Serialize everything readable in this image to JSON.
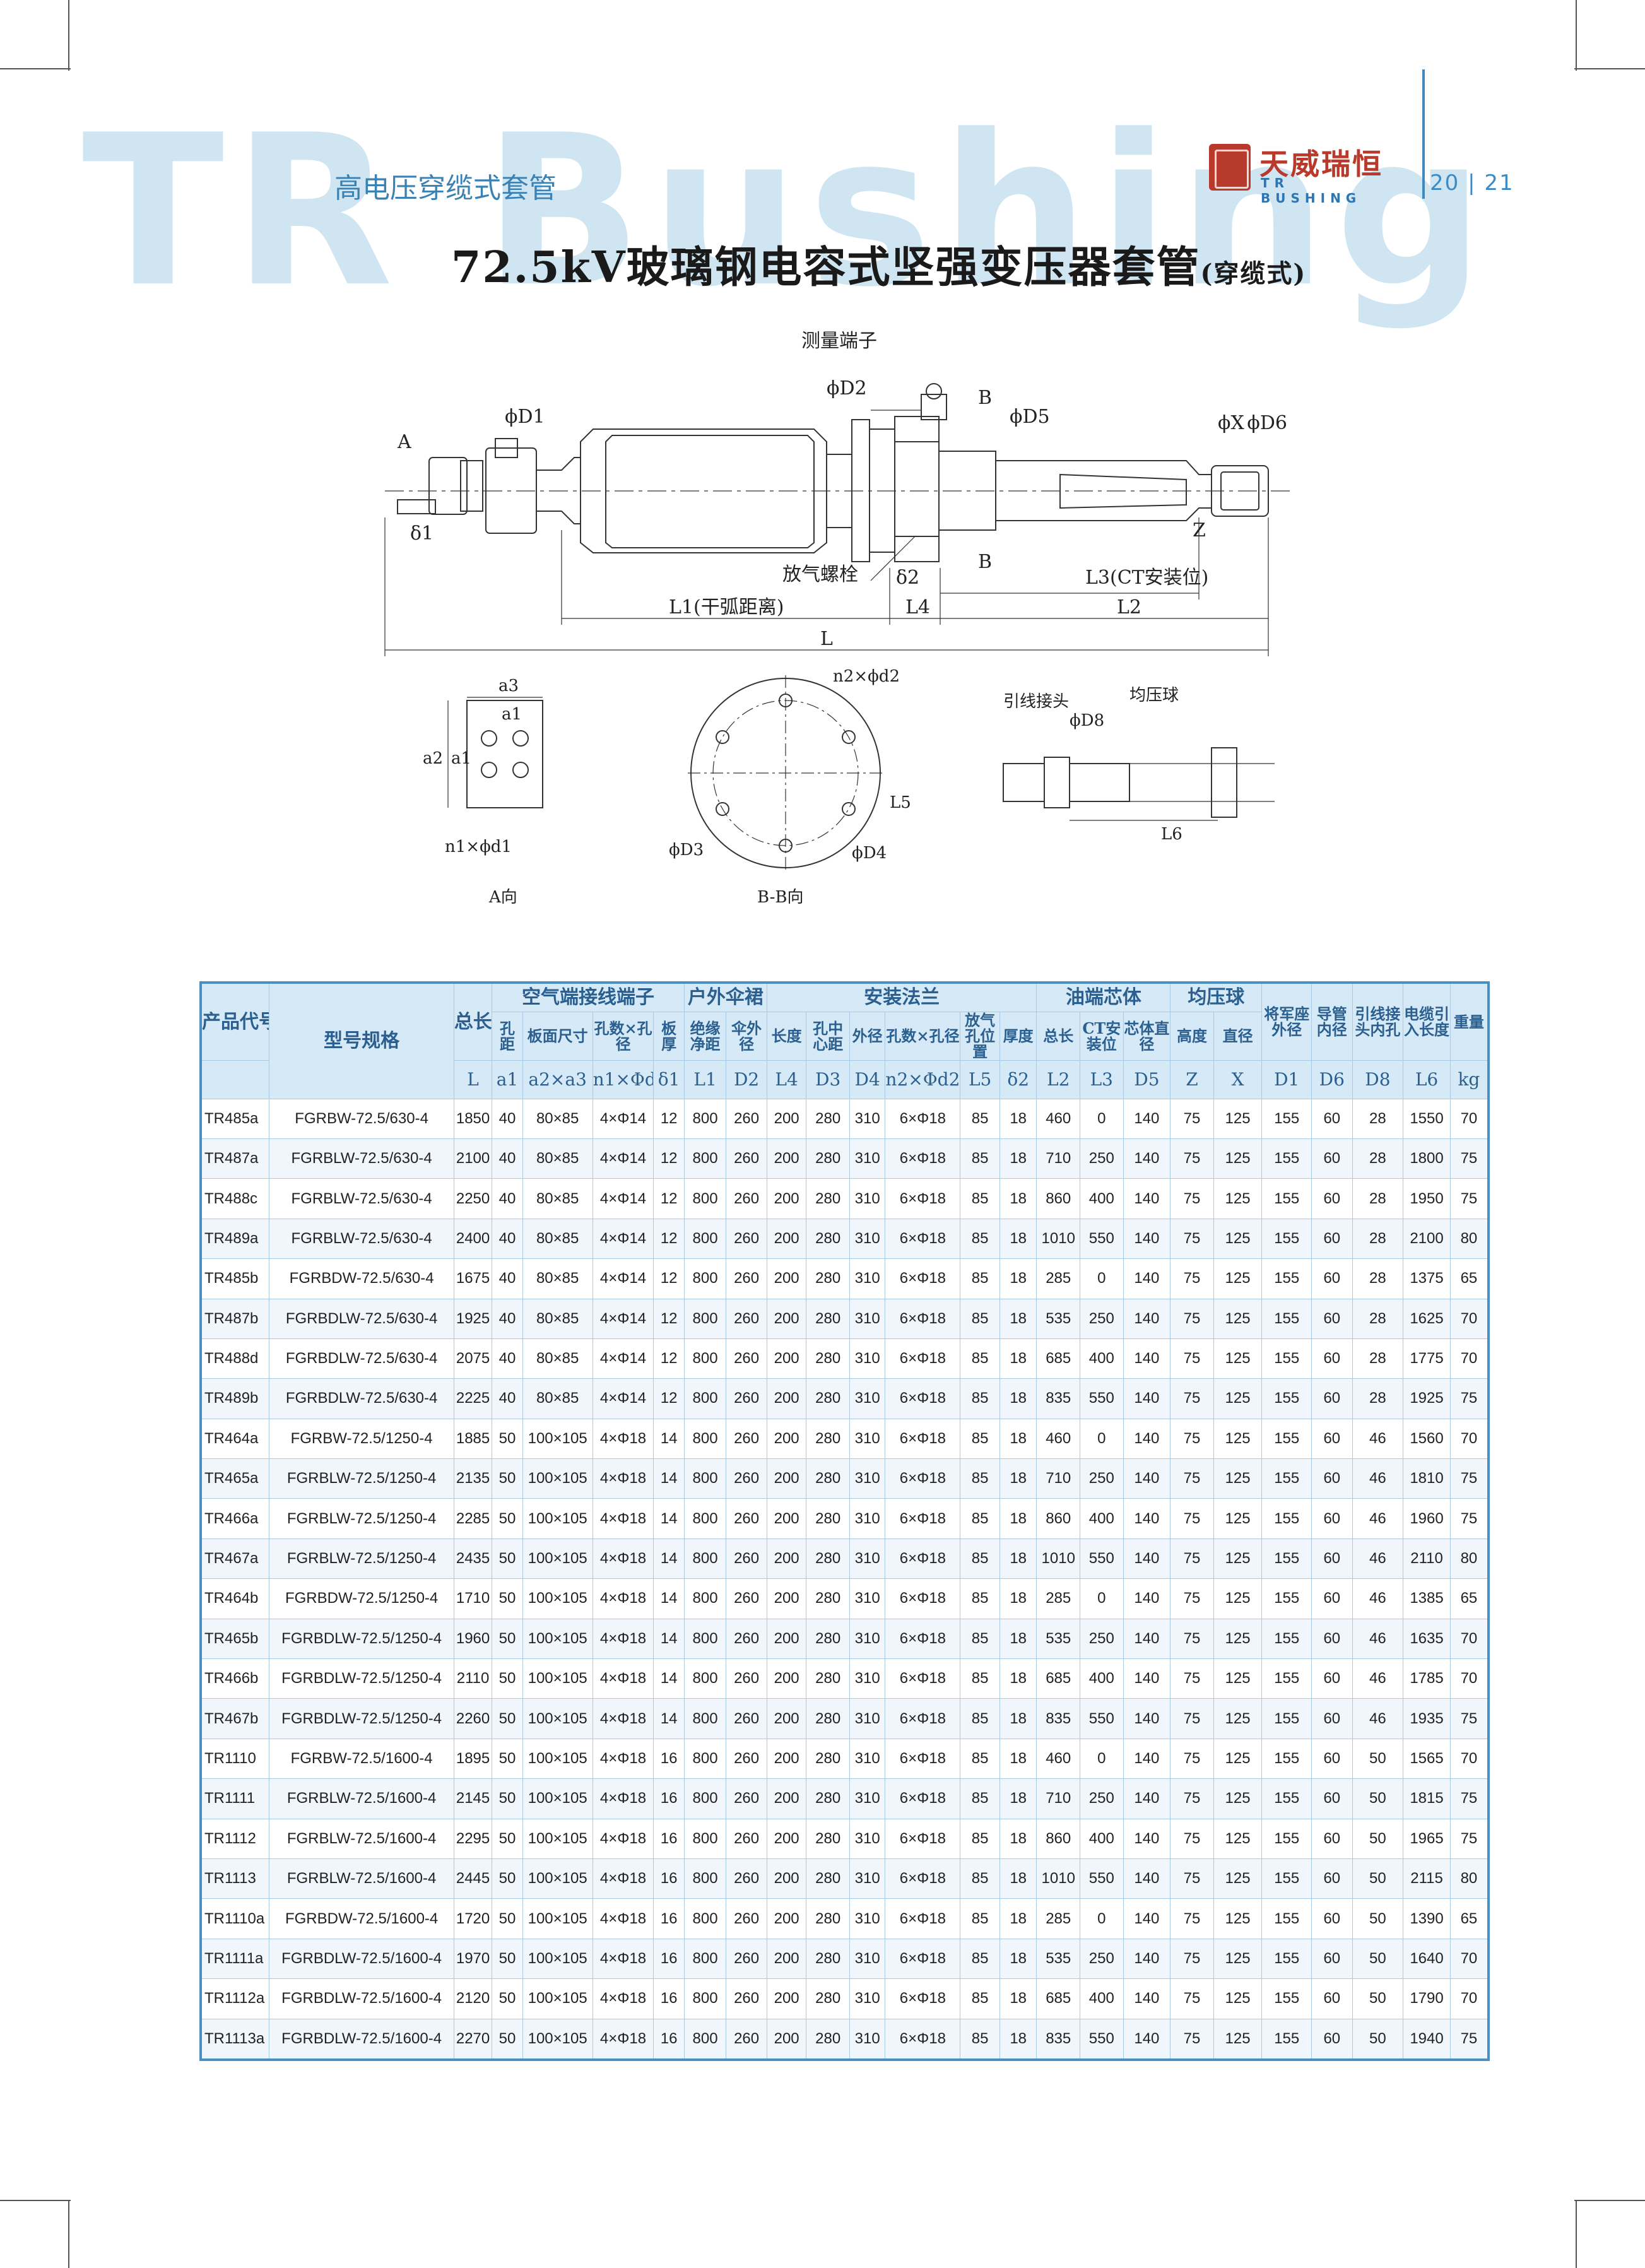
{
  "header": {
    "watermark": "TR Bushing",
    "subtitle": "高电压穿缆式套管",
    "title": "72.5kV玻璃钢电容式坚强变压器套管",
    "title_suffix": "(穿缆式)",
    "logo_cn": "天威瑞恒",
    "logo_en": "TR BUSHING",
    "page_numbers": "20 | 21"
  },
  "drawing": {
    "labels": {
      "measure_terminal": "测量端子",
      "vent_bolt": "放气螺栓",
      "lead_joint": "引线接头",
      "shield_ball": "均压球",
      "view_a": "A向",
      "view_bb": "B-B向",
      "phi_d1": "ϕD1",
      "phi_d2": "ϕD2",
      "phi_d5": "ϕD5",
      "phi_x": "ϕX",
      "phi_d6": "ϕD6",
      "phi_d3": "ϕD3",
      "phi_d4": "ϕD4",
      "phi_d8": "ϕD8",
      "a": "A",
      "b_top": "B",
      "b_bottom": "B",
      "delta1": "δ1",
      "delta2": "δ2",
      "z": "Z",
      "l1": "L1(干弧距离)",
      "l4": "L4",
      "l3": "L3(CT安装位)",
      "l2": "L2",
      "l": "L",
      "a3": "a3",
      "a1_top": "a1",
      "a2": "a2",
      "a1_side": "a1",
      "n1d1": "n1×ϕd1",
      "n2d2": "n2×ϕd2",
      "l5": "L5",
      "l6": "L6"
    }
  },
  "table": {
    "groups": {
      "product": "产品代号",
      "model": "型号规格",
      "total": "总长",
      "air_terminal": "空气端接线端子",
      "outdoor_shed": "户外伞裙",
      "flange": "安装法兰",
      "oil_core": "油端芯体",
      "shield": "均压球",
      "rail_seat": "将军座外径",
      "tube_id": "导管内径",
      "lead_hole": "引线接头内孔",
      "cable_len": "电缆引入长度",
      "weight": "重量"
    },
    "subheads": [
      "孔距",
      "板面尺寸",
      "孔数×孔径",
      "板厚",
      "绝缘净距",
      "伞外径",
      "长度",
      "孔中心距",
      "外径",
      "孔数×孔径",
      "放气孔位置",
      "厚度",
      "总长",
      "CT安装位",
      "芯体直径",
      "高度",
      "直径"
    ],
    "symbols": [
      "L",
      "a1",
      "a2×a3",
      "n1×Φd1",
      "δ1",
      "L1",
      "D2",
      "L4",
      "D3",
      "D4",
      "n2×Φd2",
      "L5",
      "δ2",
      "L2",
      "L3",
      "D5",
      "Z",
      "X",
      "D1",
      "D6",
      "D8",
      "L6",
      "kg"
    ],
    "rows": [
      [
        "TR485a",
        "FGRBW-72.5/630-4",
        "1850",
        "40",
        "80×85",
        "4×Φ14",
        "12",
        "800",
        "260",
        "200",
        "280",
        "310",
        "6×Φ18",
        "85",
        "18",
        "460",
        "0",
        "140",
        "75",
        "125",
        "155",
        "60",
        "28",
        "1550",
        "70"
      ],
      [
        "TR487a",
        "FGRBLW-72.5/630-4",
        "2100",
        "40",
        "80×85",
        "4×Φ14",
        "12",
        "800",
        "260",
        "200",
        "280",
        "310",
        "6×Φ18",
        "85",
        "18",
        "710",
        "250",
        "140",
        "75",
        "125",
        "155",
        "60",
        "28",
        "1800",
        "75"
      ],
      [
        "TR488c",
        "FGRBLW-72.5/630-4",
        "2250",
        "40",
        "80×85",
        "4×Φ14",
        "12",
        "800",
        "260",
        "200",
        "280",
        "310",
        "6×Φ18",
        "85",
        "18",
        "860",
        "400",
        "140",
        "75",
        "125",
        "155",
        "60",
        "28",
        "1950",
        "75"
      ],
      [
        "TR489a",
        "FGRBLW-72.5/630-4",
        "2400",
        "40",
        "80×85",
        "4×Φ14",
        "12",
        "800",
        "260",
        "200",
        "280",
        "310",
        "6×Φ18",
        "85",
        "18",
        "1010",
        "550",
        "140",
        "75",
        "125",
        "155",
        "60",
        "28",
        "2100",
        "80"
      ],
      [
        "TR485b",
        "FGRBDW-72.5/630-4",
        "1675",
        "40",
        "80×85",
        "4×Φ14",
        "12",
        "800",
        "260",
        "200",
        "280",
        "310",
        "6×Φ18",
        "85",
        "18",
        "285",
        "0",
        "140",
        "75",
        "125",
        "155",
        "60",
        "28",
        "1375",
        "65"
      ],
      [
        "TR487b",
        "FGRBDLW-72.5/630-4",
        "1925",
        "40",
        "80×85",
        "4×Φ14",
        "12",
        "800",
        "260",
        "200",
        "280",
        "310",
        "6×Φ18",
        "85",
        "18",
        "535",
        "250",
        "140",
        "75",
        "125",
        "155",
        "60",
        "28",
        "1625",
        "70"
      ],
      [
        "TR488d",
        "FGRBDLW-72.5/630-4",
        "2075",
        "40",
        "80×85",
        "4×Φ14",
        "12",
        "800",
        "260",
        "200",
        "280",
        "310",
        "6×Φ18",
        "85",
        "18",
        "685",
        "400",
        "140",
        "75",
        "125",
        "155",
        "60",
        "28",
        "1775",
        "70"
      ],
      [
        "TR489b",
        "FGRBDLW-72.5/630-4",
        "2225",
        "40",
        "80×85",
        "4×Φ14",
        "12",
        "800",
        "260",
        "200",
        "280",
        "310",
        "6×Φ18",
        "85",
        "18",
        "835",
        "550",
        "140",
        "75",
        "125",
        "155",
        "60",
        "28",
        "1925",
        "75"
      ],
      [
        "TR464a",
        "FGRBW-72.5/1250-4",
        "1885",
        "50",
        "100×105",
        "4×Φ18",
        "14",
        "800",
        "260",
        "200",
        "280",
        "310",
        "6×Φ18",
        "85",
        "18",
        "460",
        "0",
        "140",
        "75",
        "125",
        "155",
        "60",
        "46",
        "1560",
        "70"
      ],
      [
        "TR465a",
        "FGRBLW-72.5/1250-4",
        "2135",
        "50",
        "100×105",
        "4×Φ18",
        "14",
        "800",
        "260",
        "200",
        "280",
        "310",
        "6×Φ18",
        "85",
        "18",
        "710",
        "250",
        "140",
        "75",
        "125",
        "155",
        "60",
        "46",
        "1810",
        "75"
      ],
      [
        "TR466a",
        "FGRBLW-72.5/1250-4",
        "2285",
        "50",
        "100×105",
        "4×Φ18",
        "14",
        "800",
        "260",
        "200",
        "280",
        "310",
        "6×Φ18",
        "85",
        "18",
        "860",
        "400",
        "140",
        "75",
        "125",
        "155",
        "60",
        "46",
        "1960",
        "75"
      ],
      [
        "TR467a",
        "FGRBLW-72.5/1250-4",
        "2435",
        "50",
        "100×105",
        "4×Φ18",
        "14",
        "800",
        "260",
        "200",
        "280",
        "310",
        "6×Φ18",
        "85",
        "18",
        "1010",
        "550",
        "140",
        "75",
        "125",
        "155",
        "60",
        "46",
        "2110",
        "80"
      ],
      [
        "TR464b",
        "FGRBDW-72.5/1250-4",
        "1710",
        "50",
        "100×105",
        "4×Φ18",
        "14",
        "800",
        "260",
        "200",
        "280",
        "310",
        "6×Φ18",
        "85",
        "18",
        "285",
        "0",
        "140",
        "75",
        "125",
        "155",
        "60",
        "46",
        "1385",
        "65"
      ],
      [
        "TR465b",
        "FGRBDLW-72.5/1250-4",
        "1960",
        "50",
        "100×105",
        "4×Φ18",
        "14",
        "800",
        "260",
        "200",
        "280",
        "310",
        "6×Φ18",
        "85",
        "18",
        "535",
        "250",
        "140",
        "75",
        "125",
        "155",
        "60",
        "46",
        "1635",
        "70"
      ],
      [
        "TR466b",
        "FGRBDLW-72.5/1250-4",
        "2110",
        "50",
        "100×105",
        "4×Φ18",
        "14",
        "800",
        "260",
        "200",
        "280",
        "310",
        "6×Φ18",
        "85",
        "18",
        "685",
        "400",
        "140",
        "75",
        "125",
        "155",
        "60",
        "46",
        "1785",
        "70"
      ],
      [
        "TR467b",
        "FGRBDLW-72.5/1250-4",
        "2260",
        "50",
        "100×105",
        "4×Φ18",
        "14",
        "800",
        "260",
        "200",
        "280",
        "310",
        "6×Φ18",
        "85",
        "18",
        "835",
        "550",
        "140",
        "75",
        "125",
        "155",
        "60",
        "46",
        "1935",
        "75"
      ],
      [
        "TR1110",
        "FGRBW-72.5/1600-4",
        "1895",
        "50",
        "100×105",
        "4×Φ18",
        "16",
        "800",
        "260",
        "200",
        "280",
        "310",
        "6×Φ18",
        "85",
        "18",
        "460",
        "0",
        "140",
        "75",
        "125",
        "155",
        "60",
        "50",
        "1565",
        "70"
      ],
      [
        "TR1111",
        "FGRBLW-72.5/1600-4",
        "2145",
        "50",
        "100×105",
        "4×Φ18",
        "16",
        "800",
        "260",
        "200",
        "280",
        "310",
        "6×Φ18",
        "85",
        "18",
        "710",
        "250",
        "140",
        "75",
        "125",
        "155",
        "60",
        "50",
        "1815",
        "75"
      ],
      [
        "TR1112",
        "FGRBLW-72.5/1600-4",
        "2295",
        "50",
        "100×105",
        "4×Φ18",
        "16",
        "800",
        "260",
        "200",
        "280",
        "310",
        "6×Φ18",
        "85",
        "18",
        "860",
        "400",
        "140",
        "75",
        "125",
        "155",
        "60",
        "50",
        "1965",
        "75"
      ],
      [
        "TR1113",
        "FGRBLW-72.5/1600-4",
        "2445",
        "50",
        "100×105",
        "4×Φ18",
        "16",
        "800",
        "260",
        "200",
        "280",
        "310",
        "6×Φ18",
        "85",
        "18",
        "1010",
        "550",
        "140",
        "75",
        "125",
        "155",
        "60",
        "50",
        "2115",
        "80"
      ],
      [
        "TR1110a",
        "FGRBDW-72.5/1600-4",
        "1720",
        "50",
        "100×105",
        "4×Φ18",
        "16",
        "800",
        "260",
        "200",
        "280",
        "310",
        "6×Φ18",
        "85",
        "18",
        "285",
        "0",
        "140",
        "75",
        "125",
        "155",
        "60",
        "50",
        "1390",
        "65"
      ],
      [
        "TR1111a",
        "FGRBDLW-72.5/1600-4",
        "1970",
        "50",
        "100×105",
        "4×Φ18",
        "16",
        "800",
        "260",
        "200",
        "280",
        "310",
        "6×Φ18",
        "85",
        "18",
        "535",
        "250",
        "140",
        "75",
        "125",
        "155",
        "60",
        "50",
        "1640",
        "70"
      ],
      [
        "TR1112a",
        "FGRBDLW-72.5/1600-4",
        "2120",
        "50",
        "100×105",
        "4×Φ18",
        "16",
        "800",
        "260",
        "200",
        "280",
        "310",
        "6×Φ18",
        "85",
        "18",
        "685",
        "400",
        "140",
        "75",
        "125",
        "155",
        "60",
        "50",
        "1790",
        "70"
      ],
      [
        "TR1113a",
        "FGRBDLW-72.5/1600-4",
        "2270",
        "50",
        "100×105",
        "4×Φ18",
        "16",
        "800",
        "260",
        "200",
        "280",
        "310",
        "6×Φ18",
        "85",
        "18",
        "835",
        "550",
        "140",
        "75",
        "125",
        "155",
        "60",
        "50",
        "1940",
        "75"
      ]
    ]
  }
}
